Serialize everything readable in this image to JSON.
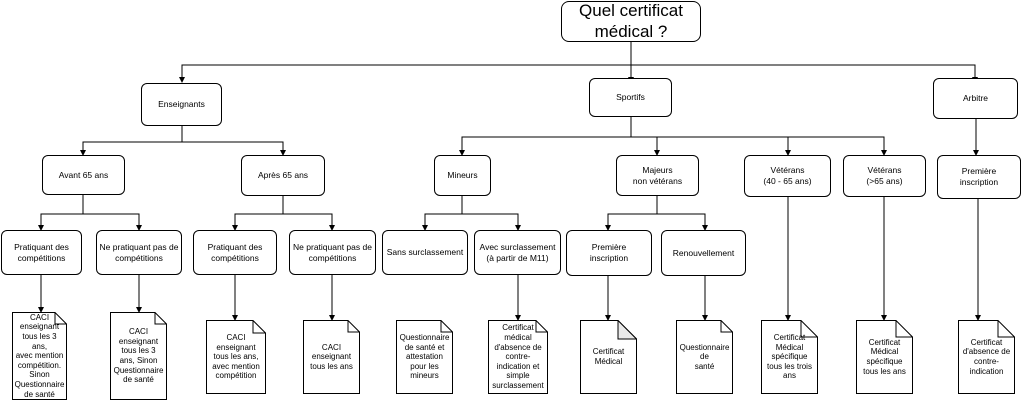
{
  "root": "Quel certificat\nmédical ?",
  "groups": {
    "enseignants": "Enseignants",
    "sportifs": "Sportifs",
    "arbitre": "Arbitre"
  },
  "ages": {
    "avant": "Avant 65 ans",
    "apres": "Après 65 ans"
  },
  "categories": {
    "mineurs": "Mineurs",
    "majeurs": "Majeurs\nnon vétérans",
    "veterans_40_65": "Vétérans\n(40 - 65 ans)",
    "veterans_65": "Vétérans\n(>65 ans)",
    "arbitre_premiere": "Première\ninscription"
  },
  "options": {
    "avant_pratiquant": "Pratiquant des\ncompétitions",
    "avant_non_pratiquant": "Ne pratiquant pas de\ncompétitions",
    "apres_pratiquant": "Pratiquant des\ncompétitions",
    "apres_non_pratiquant": "Ne pratiquant pas de\ncompétitions",
    "sans_surclassement": "Sans surclassement",
    "avec_surclassement": "Avec surclassement\n(à partir de M11)",
    "premiere_inscription": "Première\ninscription",
    "renouvellement": "Renouvellement"
  },
  "documents": {
    "d1": "CACI\nenseignant\ntous les 3 ans,\navec mention\ncompétition.\nSinon\nQuestionnaire\nde santé",
    "d2": "CACI\nenseignant\ntous les 3\nans, Sinon\nQuestionnaire\nde santé",
    "d3": "CACI\nenseignant\ntous les ans,\navec mention\ncompétition",
    "d4": "CACI\nenseignant\ntous les ans",
    "d5": "Questionnaire\nde santé et\nattestation\npour les\nmineurs",
    "d6": "Certificat\nmédical\nd'absence de\ncontre-\nindication et\nsimple\nsurclassement",
    "d7": "Certificat\nMédical",
    "d8": "Questionnaire\nde\nsanté",
    "d9": "Certificat\nMédical\nspécifique\ntous les trois\nans",
    "d10": "Certificat\nMédical\nspécifique\ntous les ans",
    "d11": "Certificat\nd'absence de\ncontre-\nindication"
  }
}
